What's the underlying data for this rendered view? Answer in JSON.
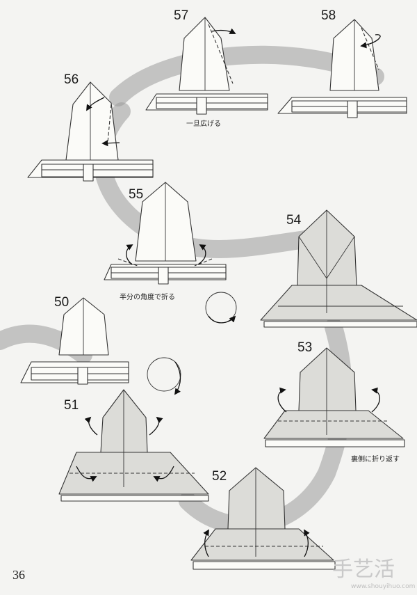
{
  "steps": [
    {
      "id": "56",
      "label": "56"
    },
    {
      "id": "57",
      "label": "57"
    },
    {
      "id": "58",
      "label": "58"
    },
    {
      "id": "55",
      "label": "55"
    },
    {
      "id": "54",
      "label": "54"
    },
    {
      "id": "50",
      "label": "50"
    },
    {
      "id": "53",
      "label": "53"
    },
    {
      "id": "51",
      "label": "51"
    },
    {
      "id": "52",
      "label": "52"
    }
  ],
  "captions": {
    "step57": "一旦広げる",
    "step55": "半分の角度で折る",
    "step53": "裏側に折り返す"
  },
  "page_number": "36",
  "watermark": {
    "mark": "手艺活",
    "url": "www.shouyihuo.com"
  },
  "icons": [
    "rotate-arrow-icon",
    "fold-arrow-icon",
    "mountain-fold-arrow-icon"
  ],
  "colors": {
    "background": "#f4f4f2",
    "line": "#333333",
    "shade": "#dcdcd8",
    "band": "#9a9a9a"
  }
}
